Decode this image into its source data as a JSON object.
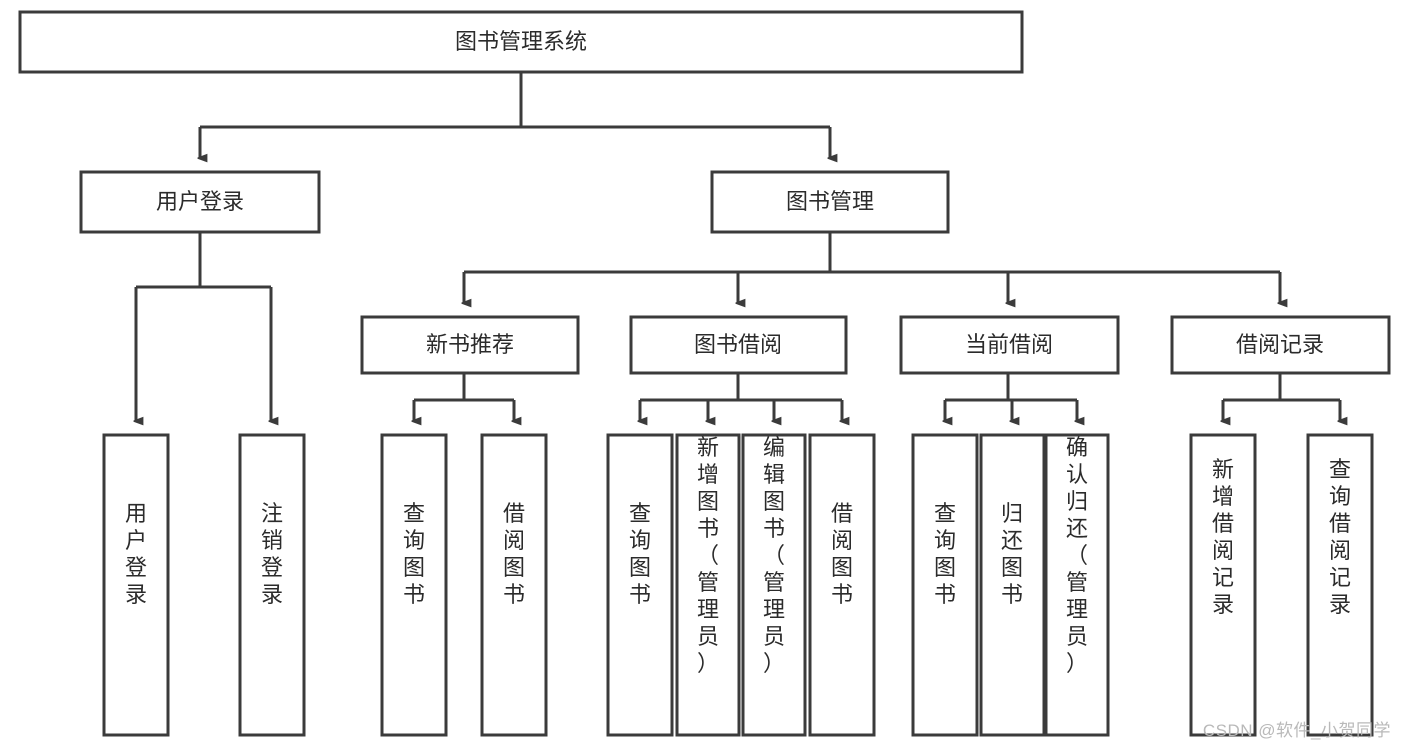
{
  "diagram": {
    "type": "tree-hierarchy-chart",
    "title": "图书管理系统",
    "background_color": "#ffffff",
    "line_color": "#3b3b3b",
    "text_color": "#2b2b2b",
    "root": {
      "label": "图书管理系统",
      "orientation": "horizontal"
    },
    "level2": [
      {
        "label": "用户登录",
        "orientation": "horizontal"
      },
      {
        "label": "图书管理",
        "orientation": "horizontal"
      }
    ],
    "level3": [
      {
        "label": "新书推荐",
        "orientation": "horizontal",
        "parent": "图书管理"
      },
      {
        "label": "图书借阅",
        "orientation": "horizontal",
        "parent": "图书管理"
      },
      {
        "label": "当前借阅",
        "orientation": "horizontal",
        "parent": "图书管理"
      },
      {
        "label": "借阅记录",
        "orientation": "horizontal",
        "parent": "图书管理"
      }
    ],
    "leaves": {
      "user_login": [
        {
          "label": "用户登录",
          "orientation": "vertical"
        },
        {
          "label": "注销登录",
          "orientation": "vertical"
        }
      ],
      "new_book_recommend": [
        {
          "label": "查询图书",
          "orientation": "vertical"
        },
        {
          "label": "借阅图书",
          "orientation": "vertical"
        }
      ],
      "book_borrow": [
        {
          "label": "查询图书",
          "orientation": "vertical"
        },
        {
          "label": "新增图书（管理员）",
          "orientation": "vertical"
        },
        {
          "label": "编辑图书（管理员）",
          "orientation": "vertical"
        },
        {
          "label": "借阅图书",
          "orientation": "vertical"
        }
      ],
      "current_borrow": [
        {
          "label": "查询图书",
          "orientation": "vertical"
        },
        {
          "label": "归还图书",
          "orientation": "vertical"
        },
        {
          "label": "确认归还（管理员）",
          "orientation": "vertical"
        }
      ],
      "borrow_record": [
        {
          "label": "新增借阅记录",
          "orientation": "vertical"
        },
        {
          "label": "查询借阅记录",
          "orientation": "vertical"
        }
      ]
    }
  },
  "watermark": {
    "text": "CSDN @软件_小贺同学",
    "color": "#b9b9b9"
  }
}
